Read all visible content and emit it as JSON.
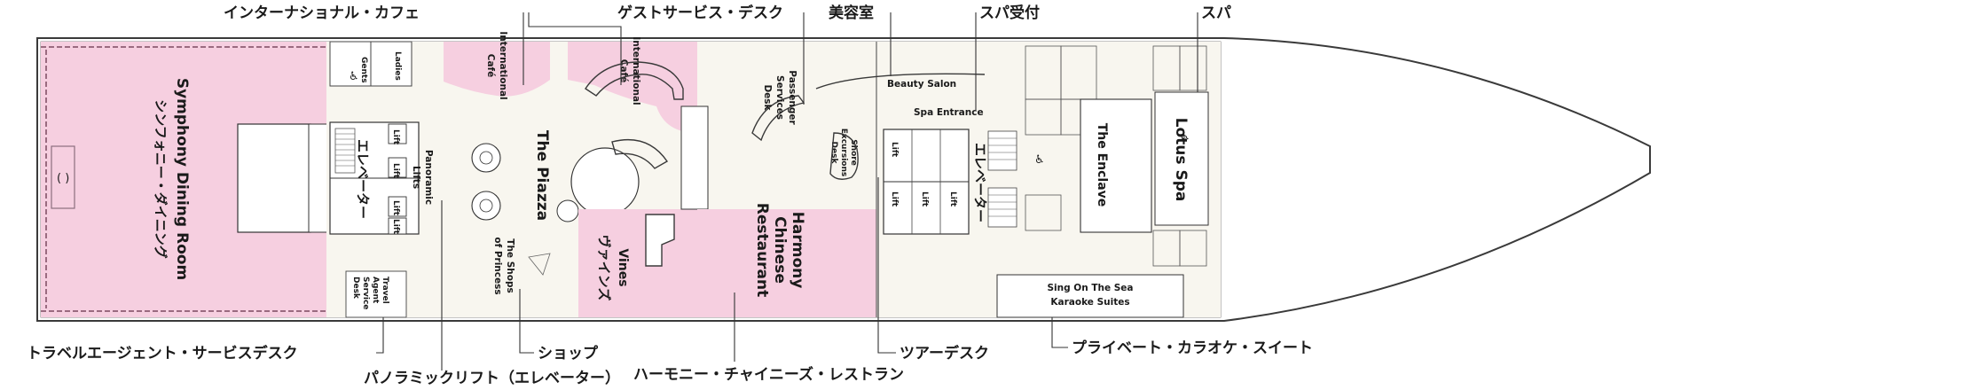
{
  "colors": {
    "dining_pink": "#f6cfe0",
    "floor_cream": "#f8f6ef",
    "outline": "#3a3a3a"
  },
  "icons": [
    "stair-icon",
    "lift-icon",
    "accessible-restroom-icon",
    "bow-icon"
  ],
  "rooms": {
    "symphony_en": "Symphony Dining Room",
    "symphony_jp": "シンフォニー・ダイニング",
    "gents": "Gents",
    "ladies": "Ladies",
    "intl_cafe_1": "International\nCafé",
    "intl_cafe_2": "International\nCafé",
    "piazza": "The Piazza",
    "panoramic_lifts": "Panoramic\nLifts",
    "lift": "Lift",
    "elevator_jp": "エレベーター",
    "shops": "The Shops\nof Princess",
    "travel_desk": "Travel\nAgent\nService\nDesk",
    "vines_en": "Vines",
    "vines_jp": "ヴァインズ",
    "passenger_desk": "Passenger\nServices\nDesk",
    "harmony": "Harmony\nChinese\nRestaurant",
    "beauty_salon": "Beauty Salon",
    "spa_entrance": "Spa Entrance",
    "shore_desk": "Shore\nExcursions\nDesk",
    "enclave": "The Enclave",
    "lotus_spa": "Lotus Spa",
    "karaoke": "Sing On The Sea\nKaraoke Suites"
  },
  "callouts_top": {
    "intl_cafe": "インターナショナル・カフェ",
    "guest_services": "ゲストサービス・デスク",
    "beauty_salon": "美容室",
    "spa_reception": "スパ受付",
    "spa": "スパ"
  },
  "callouts_bottom": {
    "travel_agent": "トラベルエージェント・サービスデスク",
    "panoramic_lifts": "パノラミックリフト（エレベーター）",
    "shops": "ショップ",
    "harmony": "ハーモニー・チャイニーズ・レストラン",
    "shore_excursions": "ツアーデスク",
    "karaoke": "プライベート・カラオケ・スイート"
  }
}
